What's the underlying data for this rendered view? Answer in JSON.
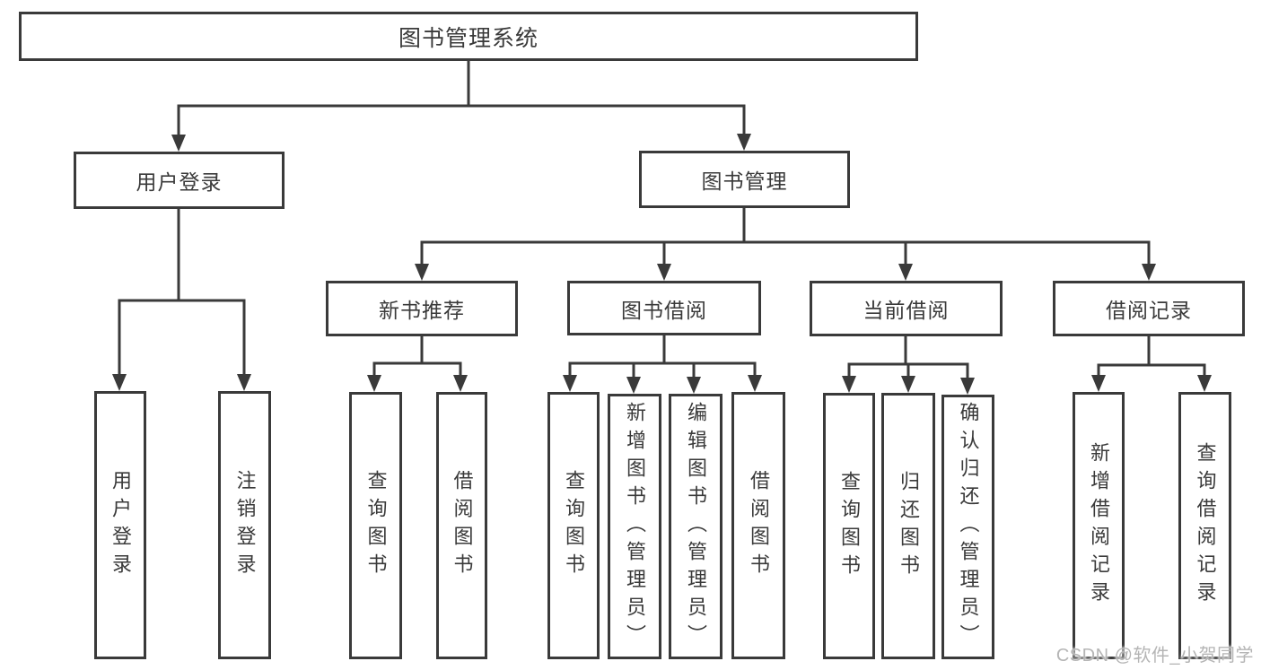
{
  "diagram": {
    "root": {
      "label": "图书管理系统"
    },
    "level2": {
      "user_login": {
        "label": "用户登录"
      },
      "book_management": {
        "label": "图书管理"
      }
    },
    "level3": {
      "new_book_recommend": {
        "label": "新书推荐"
      },
      "book_borrow": {
        "label": "图书借阅"
      },
      "current_borrow": {
        "label": "当前借阅"
      },
      "borrow_records": {
        "label": "借阅记录"
      }
    },
    "leaves": {
      "login": {
        "label": "用户登录"
      },
      "logout": {
        "label": "注销登录"
      },
      "newrec_query_book": {
        "label": "查询图书"
      },
      "newrec_borrow_book": {
        "label": "借阅图书"
      },
      "borrow_query_book": {
        "label": "查询图书"
      },
      "borrow_add_book": {
        "label": "新增图书（管理员）"
      },
      "borrow_edit_book": {
        "label": "编辑图书（管理员）"
      },
      "borrow_borrow_book": {
        "label": "借阅图书"
      },
      "current_query_book": {
        "label": "查询图书"
      },
      "current_return_book": {
        "label": "归还图书"
      },
      "current_confirm_return": {
        "label": "确认归还（管理员）"
      },
      "records_add_record": {
        "label": "新增借阅记录"
      },
      "records_query_record": {
        "label": "查询借阅记录"
      }
    }
  },
  "watermark": {
    "text": "CSDN @软件_小贺同学"
  },
  "colors": {
    "line": "#3a3a3a",
    "text": "#3a3a3a",
    "watermark": "#b5b5b5",
    "background": "#ffffff"
  }
}
